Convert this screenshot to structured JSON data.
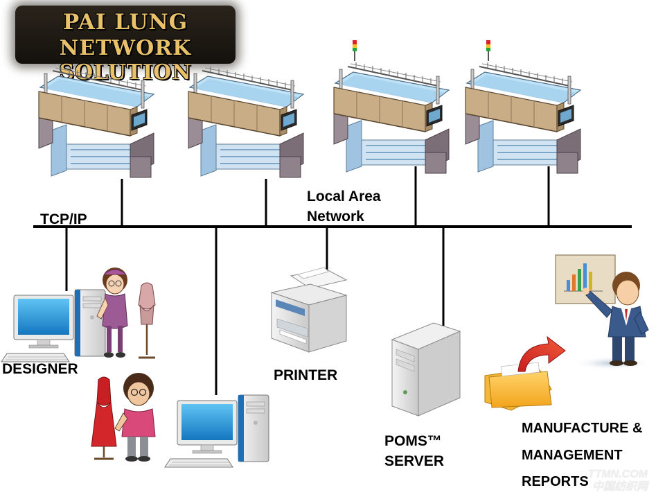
{
  "logo": {
    "line1": "PAI LUNG",
    "line2": "NETWORK SOLUTION"
  },
  "network": {
    "protocol_label": "TCP/IP",
    "lan_label_line1": "Local Area",
    "lan_label_line2": "Network"
  },
  "nodes": {
    "designer": "DESIGNER",
    "printer": "PRINTER",
    "server_line1": "POMS™",
    "server_line2": "SERVER",
    "reports_line1": "MANUFACTURE &",
    "reports_line2": "MANAGEMENT",
    "reports_line3": "REPORTS"
  },
  "watermark": {
    "line1": "TTMN.COM",
    "line2": "中国纺织网"
  },
  "colors": {
    "network_line": "#000000",
    "machine_bed": "#a8d4f0",
    "machine_carriage": "#c8ad86",
    "machine_base": "#8d8088",
    "logo_text": "#e9c16b",
    "logo_bg": "#1c1812"
  }
}
